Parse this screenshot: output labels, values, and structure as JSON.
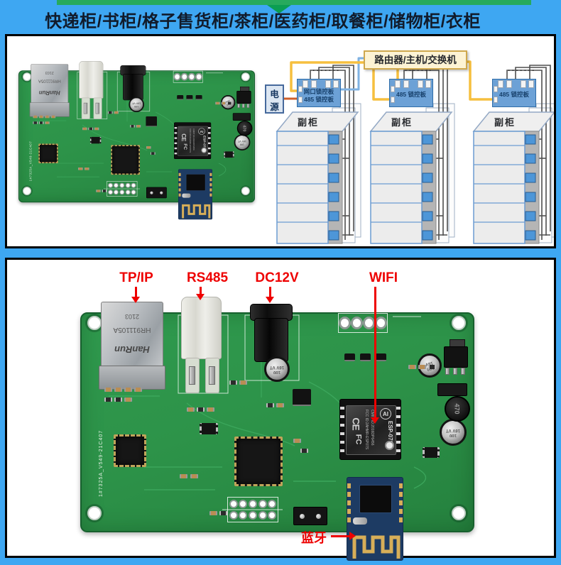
{
  "colors": {
    "background": "#3ea7f2",
    "banner_green": "#27aa5d",
    "banner_triangle": "#0b9e52",
    "title_text": "#111b2b",
    "annotation_red": "#ee0000",
    "pcb_green": "#2d9349",
    "wire_yellow": "#f6bf3e",
    "wire_blue": "#7fb2e2",
    "wire_orange": "#cf5f28",
    "ctrl_board_blue": "#6ca1d6",
    "lock_square_blue": "#4d96d8"
  },
  "header": {
    "title": "快递柜/书柜/格子售货柜/茶柜/医药柜/取餐柜/储物柜/衣柜"
  },
  "diagram": {
    "router_label": "路由器/主机/交换机",
    "power_label": "电源",
    "dots": "·······",
    "boards": [
      {
        "line1": "网口锁控板",
        "line2": "485 锁控板"
      },
      {
        "line1": "485 锁控板"
      },
      {
        "line1": "485 锁控板"
      }
    ],
    "cabinet_label": "副柜"
  },
  "annotations": {
    "tpip": "TP/IP",
    "rs485": "RS485",
    "dc12v": "DC12V",
    "wifi": "WIFI",
    "bluetooth": "蓝牙"
  },
  "pcb": {
    "ethernet": {
      "date": "2103",
      "model": "HR911105A",
      "brand": "HanRun"
    },
    "cap_label": "100 16V VT",
    "cap_small_label": "100 16V",
    "inductor_label": "470",
    "silkscreen": "1#7325A_V549-21C407",
    "wifi_module": {
      "logo": "AI",
      "name": "ESP-07S",
      "fcc": "FCC ID:2AHMR-ESP07S",
      "cmiit": "CMIIT ID:2016DP6456",
      "ce": "CE",
      "fc": "FC"
    }
  }
}
